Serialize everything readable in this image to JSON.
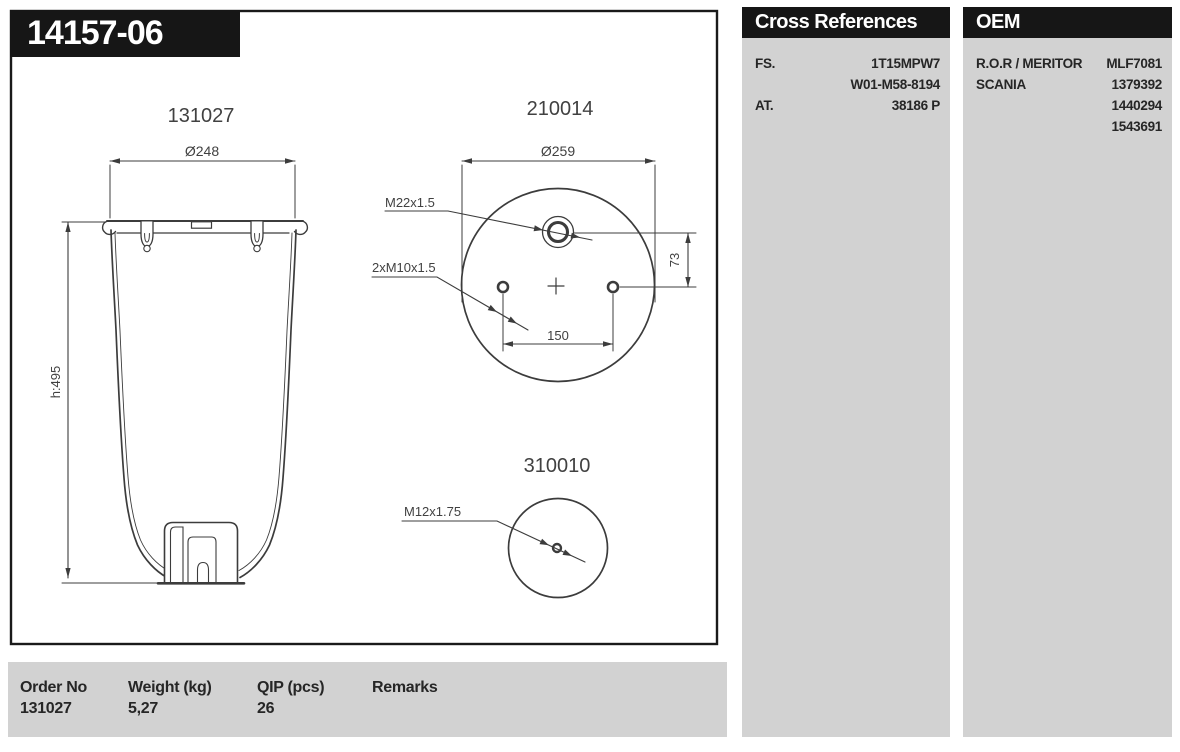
{
  "part_number": "14157-06",
  "drawing": {
    "side_view": {
      "title": "131027",
      "dim_diameter": "Ø248",
      "dim_height": "h:495"
    },
    "top_view": {
      "title": "210014",
      "dim_diameter": "Ø259",
      "label_center_thread": "M22x1.5",
      "label_hole_thread": "2xM10x1.5",
      "dim_offset": "73",
      "dim_spacing": "150"
    },
    "bottom_view": {
      "title": "310010",
      "label_thread": "M12x1.75"
    }
  },
  "cross_references": {
    "header": "Cross References",
    "rows": [
      {
        "label": "FS.",
        "value": "1T15MPW7"
      },
      {
        "label": "",
        "value": "W01-M58-8194"
      },
      {
        "label": "AT.",
        "value": "38186 P"
      }
    ]
  },
  "oem": {
    "header": "OEM",
    "rows": [
      {
        "label": "R.O.R / MERITOR",
        "value": "MLF7081"
      },
      {
        "label": "SCANIA",
        "value": "1379392"
      },
      {
        "label": "",
        "value": "1440294"
      },
      {
        "label": "",
        "value": "1543691"
      }
    ]
  },
  "parts_table": {
    "col_order_no": "Order No",
    "col_weight": "Weight (kg)",
    "col_qip": "QIP (pcs)",
    "col_remarks": "Remarks",
    "order_no": "131027",
    "weight": "5,27",
    "qip": "26",
    "remarks": ""
  },
  "colors": {
    "panel_gray": "#d2d2d2",
    "header_black": "#161616",
    "line": "#3c3c3c",
    "text": "#414141"
  }
}
